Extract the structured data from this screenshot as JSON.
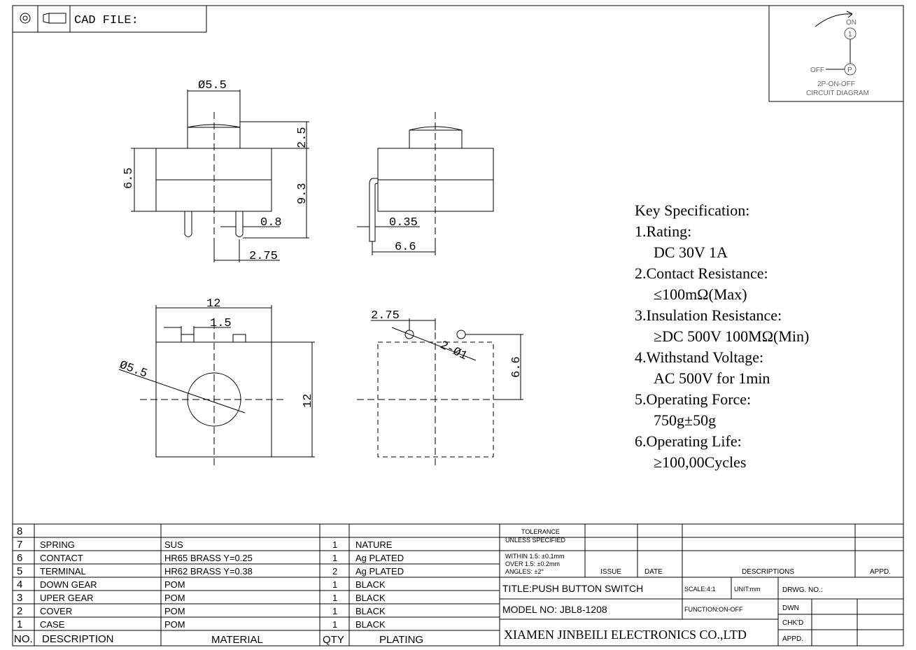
{
  "header": {
    "cad_label": "CAD FILE:"
  },
  "circuit": {
    "on": "ON",
    "num": "1",
    "off": "OFF",
    "pin": "P",
    "line1": "2P-ON-OFF",
    "line2": "CIRCUIT DIAGRAM"
  },
  "dims": {
    "d1": "Ø5.5",
    "d2": "2.5",
    "d3": "6.5",
    "d4": "9.3",
    "d5": "0.8",
    "d6": "2.75",
    "d7": "0.35",
    "d8": "6.6",
    "d9": "12",
    "d10": "1.5",
    "d11": "Ø5.5",
    "d12": "12",
    "d13": "2.75",
    "d14": "2-Ø1",
    "d15": "6.6"
  },
  "spec": {
    "title": "Key Specification:",
    "l1": "1.Rating:",
    "l2": "DC 30V 1A",
    "l3": "2.Contact Resistance:",
    "l4": "≤100mΩ(Max)",
    "l5": "3.Insulation Resistance:",
    "l6": "≥DC 500V 100MΩ(Min)",
    "l7": "4.Withstand Voltage:",
    "l8": "AC 500V for 1min",
    "l9": "5.Operating Force:",
    "l10": "750g±50g",
    "l11": "6.Operating Life:",
    "l12": "≥100,00Cycles"
  },
  "bom": {
    "rows": [
      {
        "no": "8",
        "desc": "",
        "mat": "",
        "qty": "",
        "plat": ""
      },
      {
        "no": "7",
        "desc": "SPRING",
        "mat": "SUS",
        "qty": "1",
        "plat": "NATURE"
      },
      {
        "no": "6",
        "desc": "CONTACT",
        "mat": "HR65 BRASS Y=0.25",
        "qty": "1",
        "plat": "Ag PLATED"
      },
      {
        "no": "5",
        "desc": "TERMINAL",
        "mat": "HR62 BRASS Y=0.38",
        "qty": "2",
        "plat": "Ag PLATED"
      },
      {
        "no": "4",
        "desc": "DOWN GEAR",
        "mat": "POM",
        "qty": "1",
        "plat": "BLACK"
      },
      {
        "no": "3",
        "desc": "UPER GEAR",
        "mat": "POM",
        "qty": "1",
        "plat": "BLACK"
      },
      {
        "no": "2",
        "desc": "COVER",
        "mat": "POM",
        "qty": "1",
        "plat": "BLACK"
      },
      {
        "no": "1",
        "desc": "CASE",
        "mat": "POM",
        "qty": "1",
        "plat": "BLACK"
      }
    ],
    "headers": {
      "no": "NO.",
      "desc": "DESCRIPTION",
      "mat": "MATERIAL",
      "qty": "QTY",
      "plat": "PLATING"
    }
  },
  "titleblock": {
    "tol1": "TOLERANCE",
    "tol2": "UNLESS SPECIFIED",
    "w1": "WITHIN 1.5: ±0.1mm",
    "w2": "OVER 1.5:  ±0.2mm",
    "w3": "ANGLES: ±2°",
    "issue": "ISSUE",
    "date": "DATE",
    "descriptions": "DESCRIPTIONS",
    "appd": "APPD.",
    "title": "TITLE:PUSH BUTTON SWITCH",
    "scale": "SCALE:4:1",
    "unit": "UNIT:mm",
    "drwg": "DRWG. NO.:",
    "model": "MODEL NO: JBL8-1208",
    "function": "FUNCTION:ON-OFF",
    "dwn": "DWN",
    "chkd": "CHK'D",
    "appd2": "APPD.",
    "company": "XIAMEN JINBEILI ELECTRONICS CO.,LTD"
  }
}
